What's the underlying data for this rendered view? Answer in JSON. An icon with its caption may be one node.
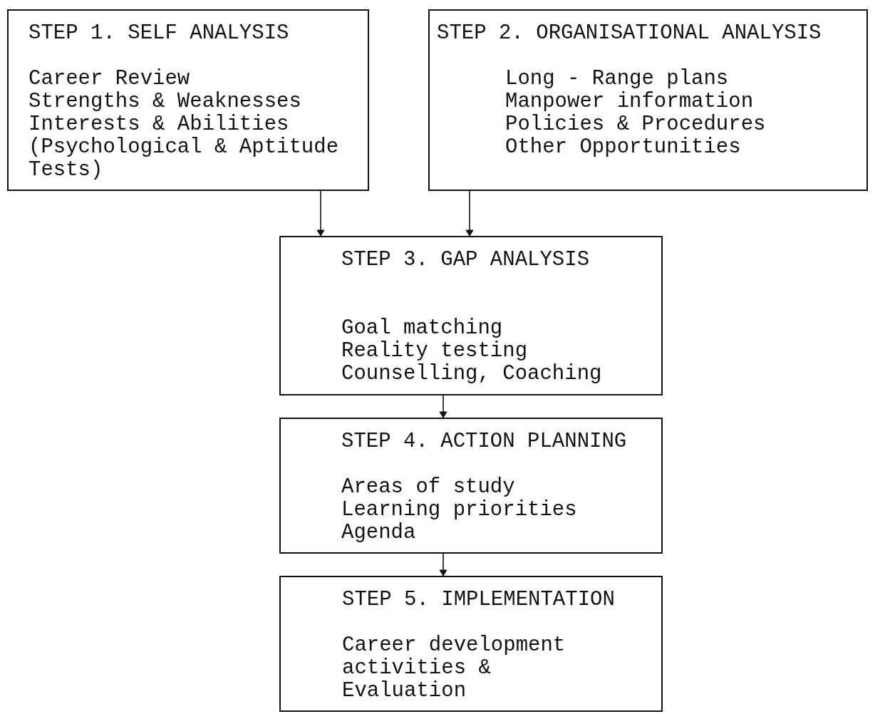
{
  "diagram": {
    "nodes": [
      {
        "text": [
          "STEP 1. SELF ANALYSIS",
          "Career Review",
          "Strengths & Weaknesses",
          "Interests & Abilities",
          "(Psychological & Aptitude Tests)"
        ]
      },
      {
        "text": [
          "STEP 2. ORGANISATIONAL ANALYSIS",
          "Long - Range plans",
          "Manpower information",
          "Policies & Procedures",
          "Other Opportunities"
        ]
      },
      {
        "text": [
          "STEP 3. GAP ANALYSIS",
          "Goal matching",
          "Reality testing",
          "Counselling, Coaching"
        ]
      },
      {
        "text": [
          "STEP 4. ACTION PLANNING",
          "Areas of study",
          "Learning priorities",
          "Agenda"
        ]
      },
      {
        "text": [
          "STEP 5. IMPLEMENTATION",
          "Career development activities & Evaluation"
        ]
      }
    ],
    "edges": [
      {
        "from": 0,
        "to": 2,
        "arrow": "to"
      },
      {
        "from": 1,
        "to": 2,
        "arrow": "to"
      },
      {
        "from": 2,
        "to": 3,
        "arrow": "to"
      },
      {
        "from": 3,
        "to": 4,
        "arrow": "to"
      }
    ]
  }
}
